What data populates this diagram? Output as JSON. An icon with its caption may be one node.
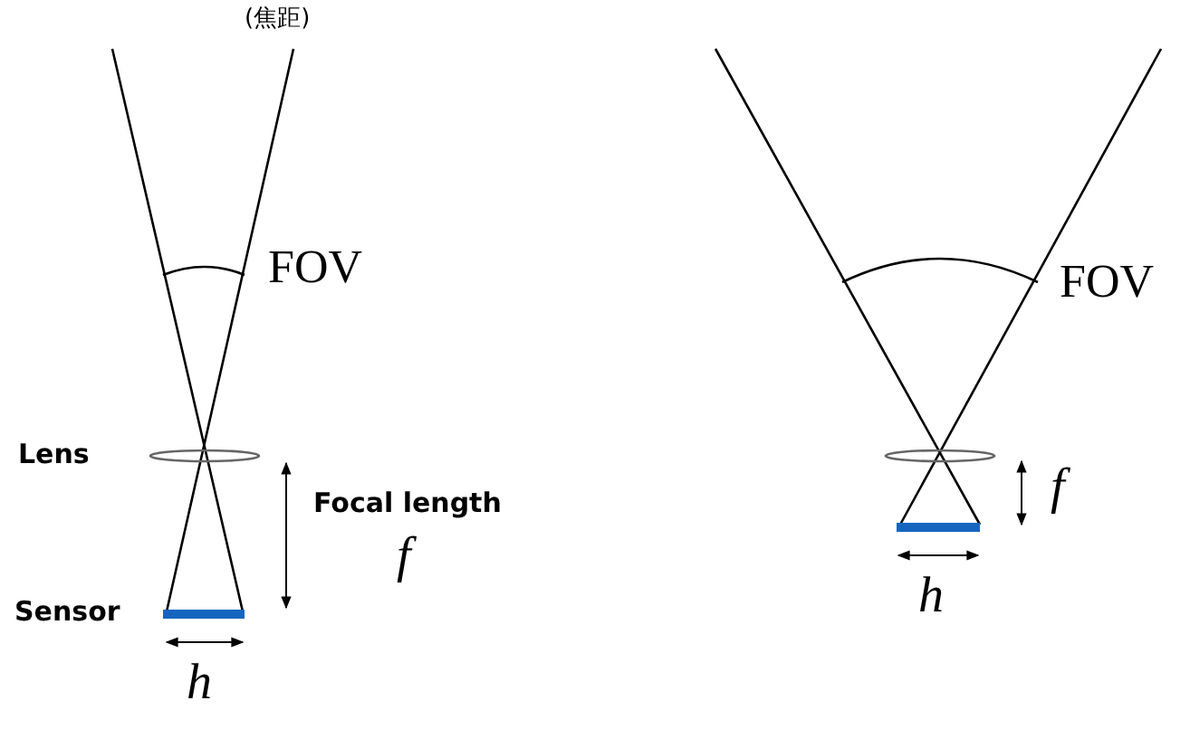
{
  "diagram": {
    "labels": [
      "(焦距)",
      "FOV",
      "FOV",
      "Lens",
      "f",
      "Focal length",
      "f",
      "Sensor",
      "h",
      "h"
    ]
  }
}
